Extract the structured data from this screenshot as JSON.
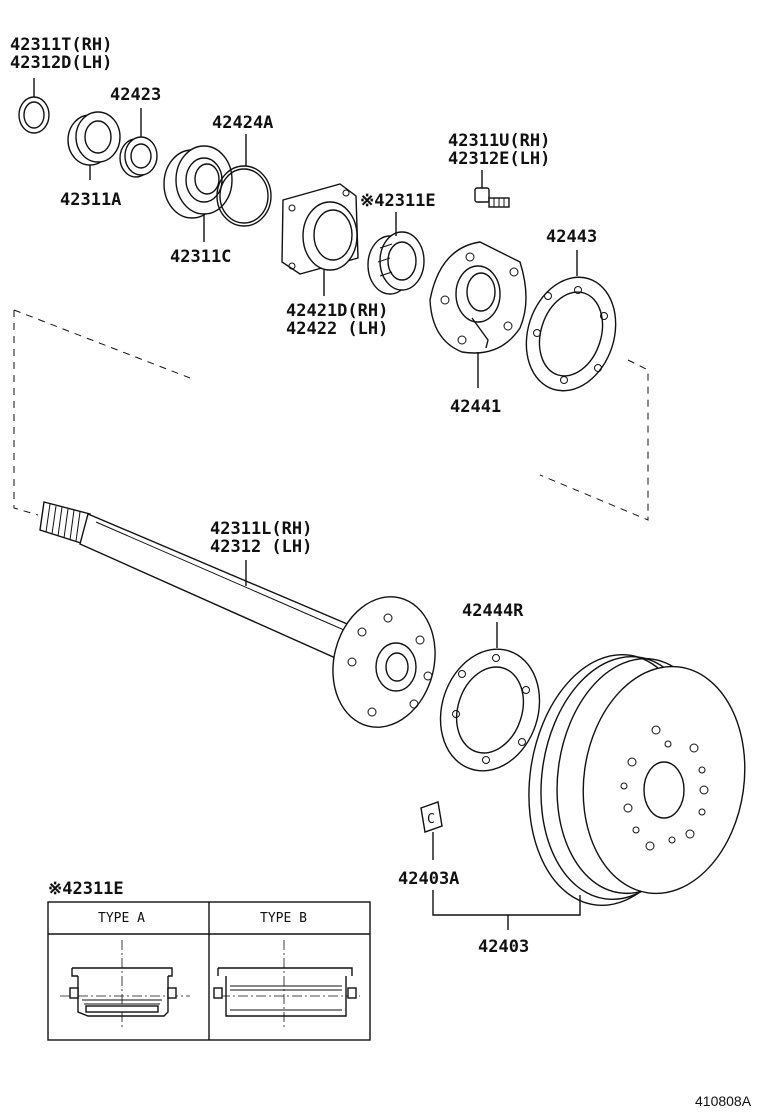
{
  "labels": {
    "p42311t": "42311T(RH)",
    "p42312d": "42312D(LH)",
    "p42423": "42423",
    "p42424a": "42424A",
    "p42311a": "42311A",
    "p42311c": "42311C",
    "p42311u": "42311U(RH)",
    "p42312e": "42312E(LH)",
    "p42311e": "※42311E",
    "p42443": "42443",
    "p42421d": "42421D(RH)",
    "p42422": "42422  (LH)",
    "p42441": "42441",
    "p42311l": "42311L(RH)",
    "p42312": "42312  (LH)",
    "p42444r": "42444R",
    "p42403a": "42403A",
    "p42403": "42403"
  },
  "inset": {
    "title": "※42311E",
    "type_a": "TYPE  A",
    "type_b": "TYPE  B"
  },
  "badge": "C",
  "drawing_code": "410808A"
}
